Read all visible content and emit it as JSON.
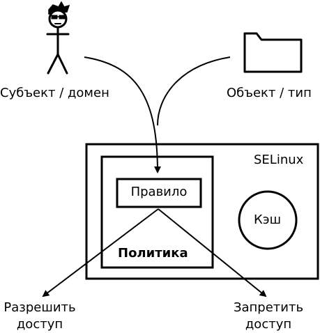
{
  "subject": {
    "label": "Субъект / домен",
    "icon": "stick-figure-with-sunglasses-and-hat-icon"
  },
  "object": {
    "label": "Объект / тип",
    "icon": "folder-icon"
  },
  "selinux": {
    "label": "SELinux"
  },
  "policy": {
    "label": "Политика"
  },
  "rule": {
    "label": "Правило"
  },
  "cache": {
    "label": "Кэш"
  },
  "allow": {
    "label": "Разрешить\nдоступ"
  },
  "deny": {
    "label": "Запретить\nдоступ"
  }
}
